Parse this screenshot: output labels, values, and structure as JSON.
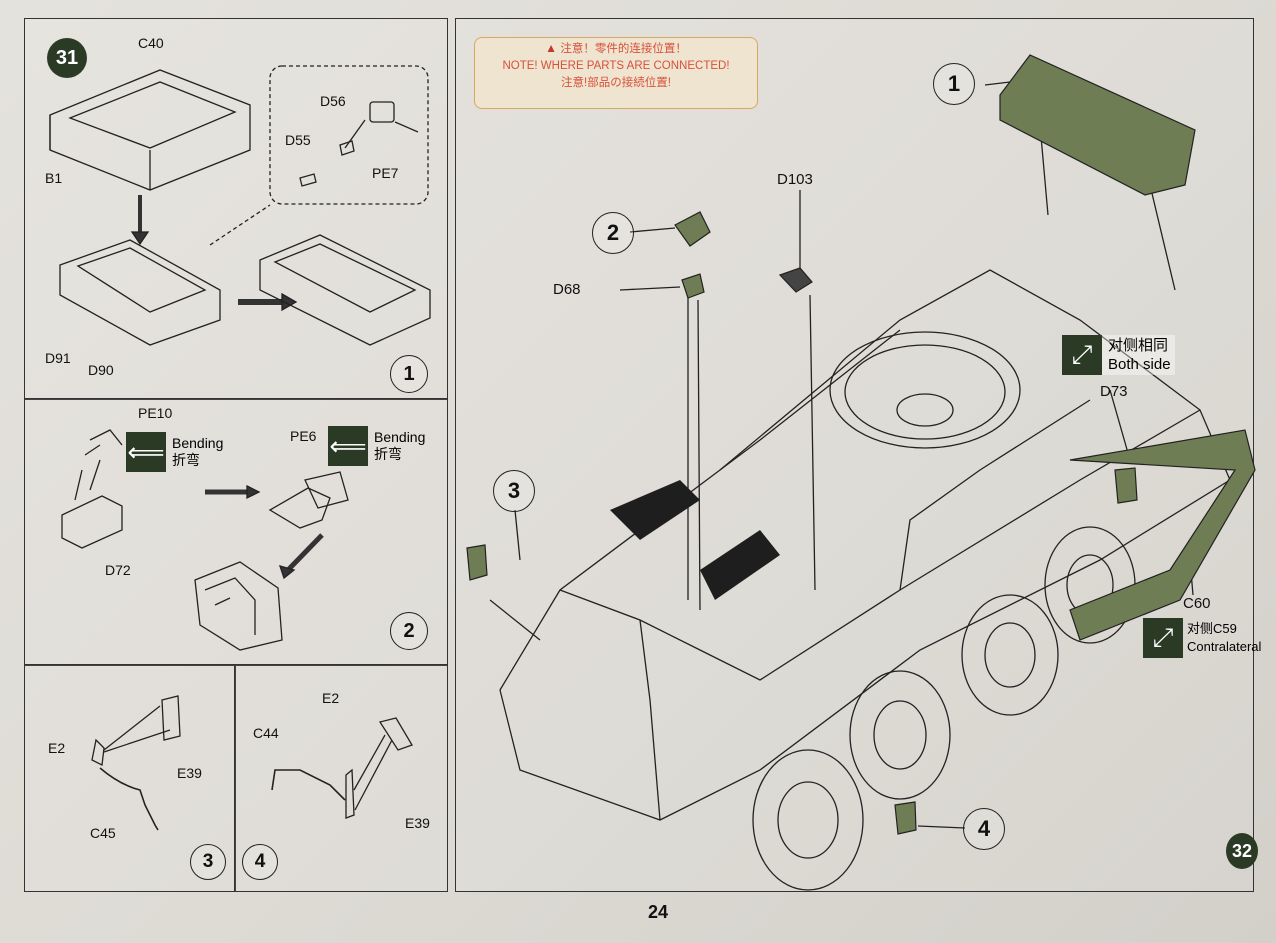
{
  "page_number": "24",
  "step31": {
    "number": "31",
    "panel1": {
      "labels": {
        "c40": "C40",
        "b1": "B1",
        "d56": "D56",
        "d55": "D55",
        "pe7": "PE7",
        "d91": "D91",
        "d90": "D90"
      },
      "sub": "1"
    },
    "panel2": {
      "labels": {
        "pe10": "PE10",
        "pe6": "PE6",
        "d72": "D72"
      },
      "bending_en": "Bending",
      "bending_cn": "折弯",
      "sub": "2"
    },
    "panel3": {
      "labels": {
        "e2": "E2",
        "e39": "E39",
        "c45": "C45"
      },
      "sub": "3"
    },
    "panel4": {
      "labels": {
        "c44": "C44",
        "e2": "E2",
        "e39": "E39"
      },
      "sub": "4"
    }
  },
  "step32": {
    "number": "32",
    "note": {
      "cn": "注意！零件的连接位置！",
      "en": "NOTE! WHERE  PARTS ARE CONNECTED!",
      "jp": "注意!部品の接続位置!"
    },
    "labels": {
      "d103": "D103",
      "d68": "D68",
      "d73": "D73",
      "c60": "C60"
    },
    "both_side": {
      "cn": "对侧相同",
      "en": "Both side"
    },
    "contralateral": {
      "cn": "对侧C59",
      "en": "Contralateral"
    },
    "callouts": [
      "1",
      "2",
      "3",
      "4"
    ]
  },
  "colors": {
    "accent_green": "#2b3a24",
    "part_green": "#6f7d55",
    "note_text": "#d8503a",
    "note_border": "#d8a860"
  }
}
